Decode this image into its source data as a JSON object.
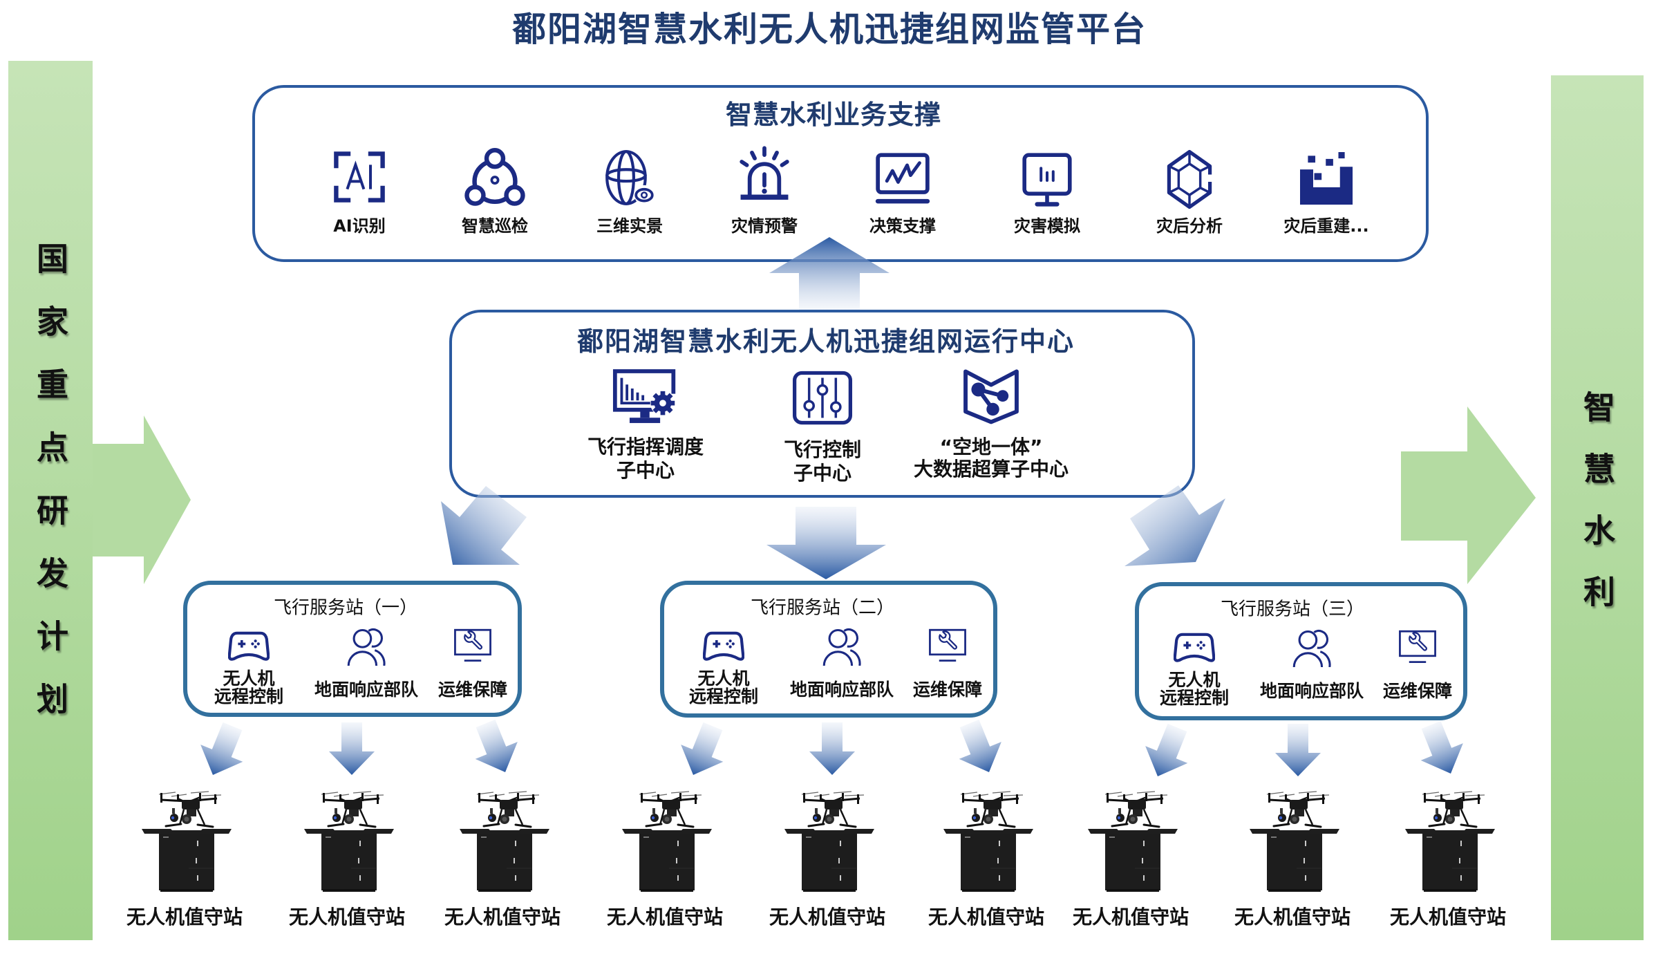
{
  "theme": {
    "title_color": "#1f3b6e",
    "icon_color": "#1b2a84",
    "panel_border_color": "#2b5aa0",
    "station_border_color": "#32709e",
    "flow_arrow_color": "#2a5aa3",
    "pillar_color": "#b4dba2"
  },
  "page_title": "鄱阳湖智慧水利无人机迅捷组网监管平台",
  "left_pillar": {
    "label": "国家重点研发计划"
  },
  "right_pillar": {
    "label": "智慧水利"
  },
  "business_support": {
    "title": "智慧水利业务支撑",
    "items": [
      {
        "icon": "ai-recognition-icon",
        "label": "AI识别"
      },
      {
        "icon": "smart-patrol-icon",
        "label": "智慧巡检"
      },
      {
        "icon": "globe-eye-icon",
        "label": "三维实景"
      },
      {
        "icon": "alarm-light-icon",
        "label": "灾情预警"
      },
      {
        "icon": "trend-monitor-icon",
        "label": "决策支撑"
      },
      {
        "icon": "monitor-bars-icon",
        "label": "灾害模拟"
      },
      {
        "icon": "crystal-icon",
        "label": "灾后分析"
      },
      {
        "icon": "rebuild-blocks-icon",
        "label": "灾后重建..."
      }
    ]
  },
  "operation_center": {
    "title": "鄱阳湖智慧水利无人机迅捷组网运行中心",
    "items": [
      {
        "icon": "monitor-chart-gear-icon",
        "lines": [
          "飞行指挥调度",
          "子中心"
        ]
      },
      {
        "icon": "sliders-icon",
        "lines": [
          "飞行控制",
          "子中心"
        ]
      },
      {
        "icon": "shield-share-icon",
        "lines": [
          "“空地一体”",
          "大数据超算子中心"
        ]
      }
    ]
  },
  "service_stations": [
    {
      "title": "飞行服务站（一）",
      "items": [
        {
          "icon": "gamepad-icon",
          "lines": [
            "无人机",
            "远程控制"
          ]
        },
        {
          "icon": "users-icon",
          "lines": [
            "地面响应部队"
          ]
        },
        {
          "icon": "monitor-wrench-icon",
          "lines": [
            "运维保障"
          ]
        }
      ]
    },
    {
      "title": "飞行服务站（二）",
      "items": [
        {
          "icon": "gamepad-icon",
          "lines": [
            "无人机",
            "远程控制"
          ]
        },
        {
          "icon": "users-icon",
          "lines": [
            "地面响应部队"
          ]
        },
        {
          "icon": "monitor-wrench-icon",
          "lines": [
            "运维保障"
          ]
        }
      ]
    },
    {
      "title": "飞行服务站（三）",
      "items": [
        {
          "icon": "gamepad-icon",
          "lines": [
            "无人机",
            "远程控制"
          ]
        },
        {
          "icon": "users-icon",
          "lines": [
            "地面响应部队"
          ]
        },
        {
          "icon": "monitor-wrench-icon",
          "lines": [
            "运维保障"
          ]
        }
      ]
    }
  ],
  "drone_stations": [
    {
      "label": "无人机值守站"
    },
    {
      "label": "无人机值守站"
    },
    {
      "label": "无人机值守站"
    },
    {
      "label": "无人机值守站"
    },
    {
      "label": "无人机值守站"
    },
    {
      "label": "无人机值守站"
    },
    {
      "label": "无人机值守站"
    },
    {
      "label": "无人机值守站"
    },
    {
      "label": "无人机值守站"
    }
  ]
}
